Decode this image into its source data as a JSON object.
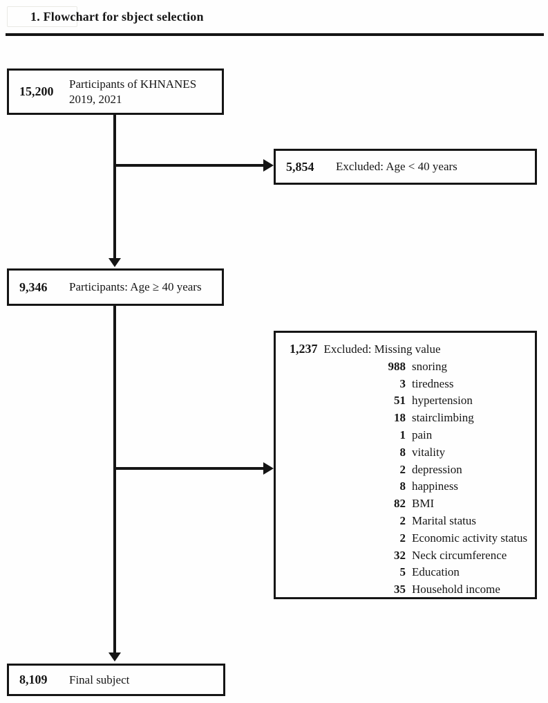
{
  "figure": {
    "title": "1. Flowchart for sbject selection"
  },
  "flow": {
    "participants": {
      "number": "15,200",
      "label_line1": "Participants of KHNANES",
      "label_line2": "2019, 2021"
    },
    "excluded_age": {
      "number": "5,854",
      "label": "Excluded: Age < 40 years"
    },
    "age40": {
      "number": "9,346",
      "label": "Participants: Age ≥ 40 years"
    },
    "excluded_missing": {
      "number": "1,237",
      "label": "Excluded: Missing value",
      "items": [
        {
          "count": "988",
          "label": "snoring"
        },
        {
          "count": "3",
          "label": "tiredness"
        },
        {
          "count": "51",
          "label": "hypertension"
        },
        {
          "count": "18",
          "label": "stairclimbing"
        },
        {
          "count": "1",
          "label": "pain"
        },
        {
          "count": "8",
          "label": "vitality"
        },
        {
          "count": "2",
          "label": "depression"
        },
        {
          "count": "8",
          "label": "happiness"
        },
        {
          "count": "82",
          "label": "BMI"
        },
        {
          "count": "2",
          "label": "Marital status"
        },
        {
          "count": "2",
          "label": "Economic activity status"
        },
        {
          "count": "32",
          "label": "Neck circumference"
        },
        {
          "count": "5",
          "label": "Education"
        },
        {
          "count": "35",
          "label": "Household income"
        }
      ]
    },
    "final": {
      "number": "8,109",
      "label": "Final subject"
    }
  },
  "colors": {
    "ink": "#151515",
    "background": "#fefefe"
  }
}
